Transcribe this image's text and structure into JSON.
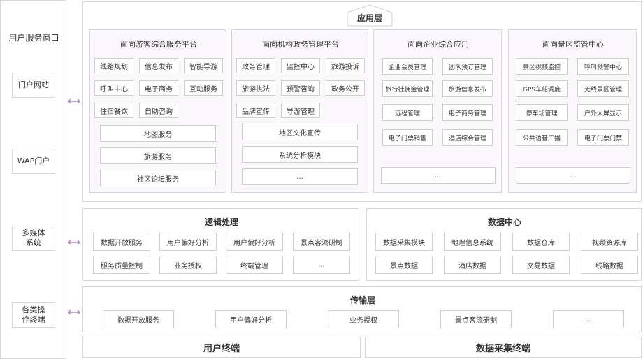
{
  "left": {
    "title": "用户服务窗口",
    "items": [
      "门户网站",
      "WAP门户",
      "多媒体\n系统",
      "各类操\n作终端"
    ]
  },
  "app_layer": {
    "title": "应用层",
    "groups": [
      {
        "title": "面向游客综合服务平台",
        "grid": [
          "线路规划",
          "信息发布",
          "智能导游",
          "呼叫中心",
          "电子商务",
          "互动服务",
          "住宿餐饮",
          "自助咨询"
        ],
        "wide": [
          "地图服务",
          "旅游服务",
          "社区论坛服务"
        ]
      },
      {
        "title": "面向机构政务管理平台",
        "grid": [
          "政务管理",
          "监控中心",
          "旅游投诉",
          "旅游执法",
          "预警咨询",
          "政务公开",
          "品牌宣传",
          "导游管理"
        ],
        "wide": [
          "地区文化宣传",
          "系统分析模块",
          "..."
        ]
      },
      {
        "title": "面向企业综合应用",
        "grid": [
          "企业会员管理",
          "团队预订管理",
          "旅行社佣金管理",
          "旅游信息发布",
          "远程管理",
          "电子商务管理",
          "电子门票销售",
          "酒店综合管理"
        ],
        "more": "..."
      },
      {
        "title": "面向景区监管中心",
        "grid": [
          "景区视频监控",
          "呼叫预警中心",
          "GPS车船调度",
          "无线景区管理",
          "停车场管理",
          "户外大屏显示",
          "公共语音广播",
          "电子门票门禁"
        ],
        "more": "..."
      }
    ]
  },
  "logic": {
    "title": "逻辑处理",
    "items": [
      "数据开放服务",
      "用户偏好分析",
      "用户偏好分析",
      "景点客流研制",
      "服务质量控制",
      "业务授权",
      "终端管理",
      "..."
    ]
  },
  "data_center": {
    "title": "数据中心",
    "items": [
      "数据采集模块",
      "地理信息系统",
      "数据仓库",
      "视频资源库",
      "景点数据",
      "酒店数据",
      "交易数据",
      "线路数据"
    ]
  },
  "transport": {
    "title": "传输层",
    "items": [
      "数据开放服务",
      "用户偏好分析",
      "业务授权",
      "景点客流研制",
      "..."
    ]
  },
  "bottom": {
    "user_terminal": "用户终端",
    "data_terminal": "数据采集终端"
  },
  "colors": {
    "arrow": "#b07cc6",
    "sub_border": "#dcd0e4",
    "sub_bg": "#faf8fb"
  }
}
